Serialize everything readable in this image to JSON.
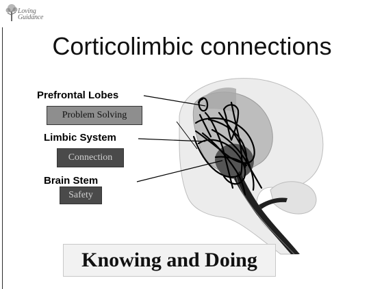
{
  "logo": {
    "line1": "Loving",
    "line2": "Guidance",
    "icon": "tree-icon"
  },
  "title": "Corticolimbic connections",
  "labels": {
    "prefrontal": "Prefrontal Lobes",
    "limbic": "Limbic System",
    "brainstem": "Brain Stem"
  },
  "boxes": {
    "problem_solving": "Problem Solving",
    "connection": "Connection",
    "safety": "Safety"
  },
  "footer_box": "Knowing and Doing",
  "colors": {
    "problem_solving_bg": "#8e8e8e",
    "connection_bg": "#4a4a4a",
    "safety_bg": "#4a4a4a",
    "brain_outer": "#ececec",
    "brain_mid": "#bdbdbd",
    "brain_core": "#555555",
    "stem_dark": "#202020"
  }
}
